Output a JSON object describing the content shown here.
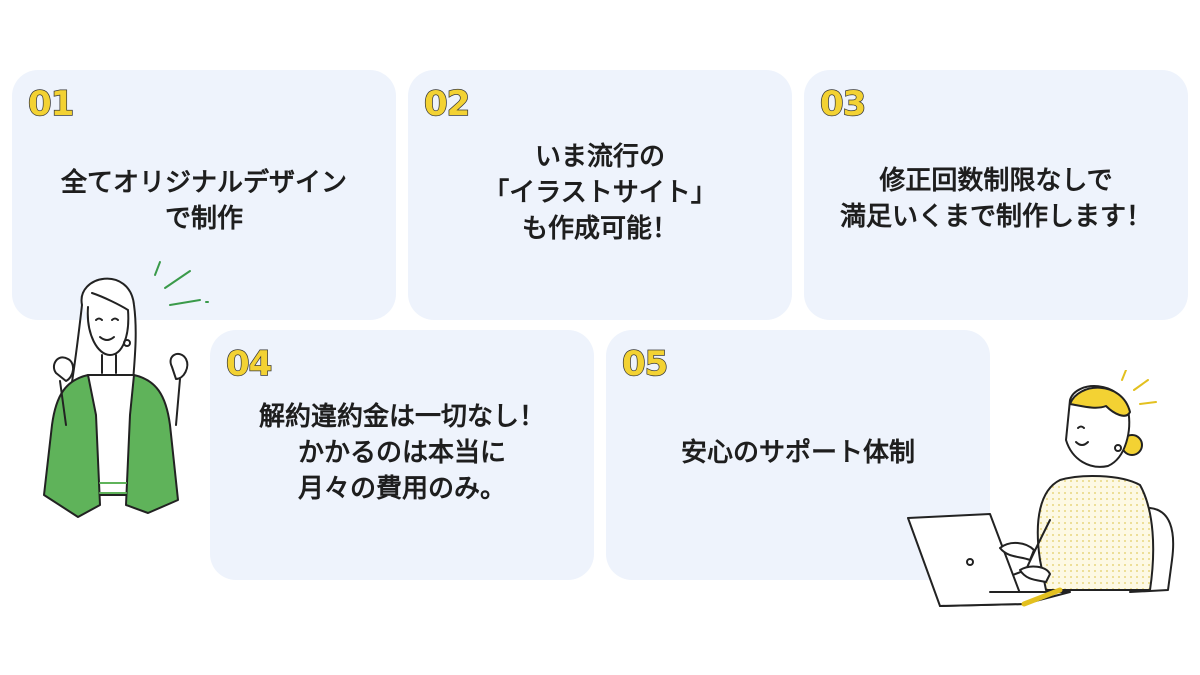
{
  "features": [
    {
      "number": "01",
      "lines": [
        "全てオリジナルデザイン",
        "で制作"
      ]
    },
    {
      "number": "02",
      "lines": [
        "いま流行の",
        "「イラストサイト」",
        "も作成可能！"
      ]
    },
    {
      "number": "03",
      "lines": [
        "修正回数制限なしで",
        "満足いくまで制作します！"
      ]
    },
    {
      "number": "04",
      "lines": [
        "解約違約金は一切なし！",
        "かかるのは本当に",
        "月々の費用のみ。"
      ]
    },
    {
      "number": "05",
      "lines": [
        "安心のサポート体制"
      ]
    }
  ],
  "colors": {
    "card_background": "#eef3fc",
    "number_fill": "#f3d233",
    "text": "#1e1e1e",
    "jacket_green": "#5fb35a",
    "hair_yellow": "#f3d233"
  },
  "illustrations": {
    "left": "cheering-woman-illustration",
    "right": "woman-with-laptop-illustration"
  }
}
